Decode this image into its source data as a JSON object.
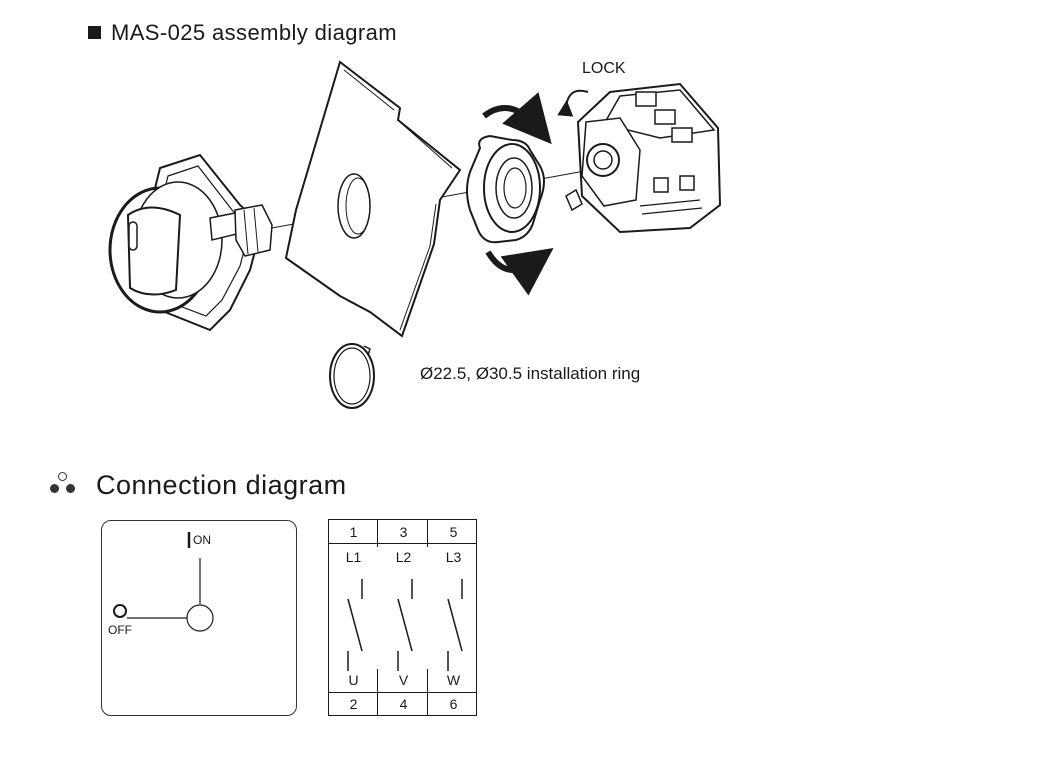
{
  "assembly": {
    "title": "MAS-025 assembly diagram",
    "lock_label": "LOCK",
    "ring_label": "Ø22.5, Ø30.5 installation ring"
  },
  "connection": {
    "title": "Connection diagram",
    "switch_on_label": "ON",
    "switch_off_label": "OFF",
    "terminals_top": [
      "1",
      "3",
      "5"
    ],
    "lines": [
      "L1",
      "L2",
      "L3"
    ],
    "loads": [
      "U",
      "V",
      "W"
    ],
    "terminals_bottom": [
      "2",
      "4",
      "6"
    ]
  },
  "colors": {
    "ink": "#1a1a1a",
    "background": "#ffffff"
  },
  "icons": {
    "title_bullet": "square-bullet-icon",
    "section_bullet": "three-dots-icon",
    "rotation": "rotation-arrow-icon"
  }
}
